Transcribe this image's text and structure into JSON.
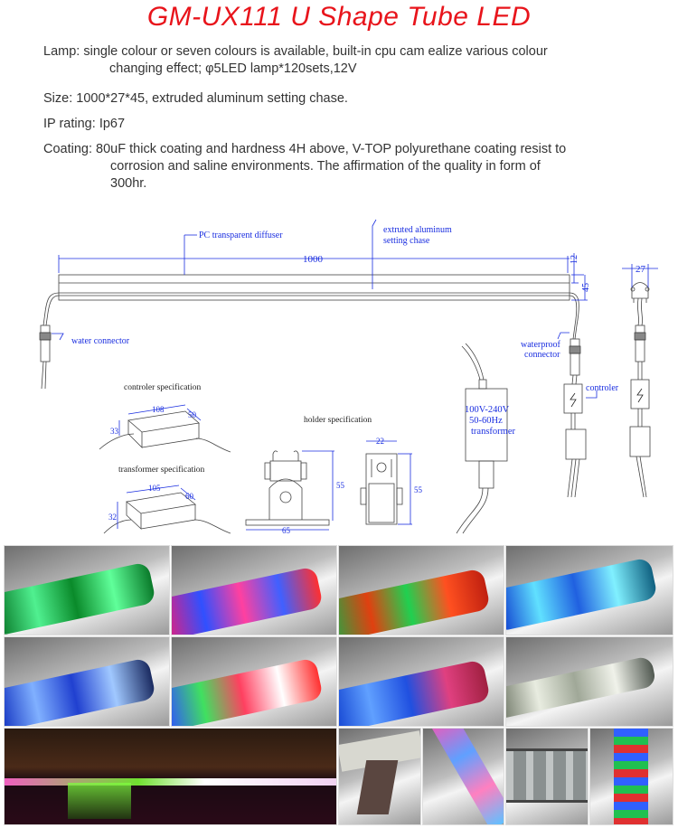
{
  "title": "GM-UX111 U Shape Tube LED",
  "specs": {
    "lamp": {
      "label": "Lamp:",
      "line1": "single colour or seven colours is available, built-in cpu cam ealize various colour",
      "line2": "changing effect;  φ5LED lamp*120sets,12V"
    },
    "size": {
      "label": "Size:",
      "value": "1000*27*45, extruded aluminum setting chase."
    },
    "ip": {
      "label": "IP rating:",
      "value": "Ip67"
    },
    "coating": {
      "label": "Coating:",
      "line1": "80uF thick coating and hardness 4H above, V-TOP polyurethane coating resist to",
      "line2": "corrosion and saline environments.  The affirmation of the quality in form of",
      "line3": "300hr."
    }
  },
  "drawing": {
    "annotations": {
      "diffuser": "PC transparent diffuser",
      "chase_line1": "extruted aluminum",
      "chase_line2": "setting chase",
      "length": "1000",
      "dim_12": "12",
      "dim_45": "45",
      "dim_27": "27",
      "water_connector": "water connector",
      "waterproof_line1": "waterproof",
      "waterproof_line2": "connector",
      "controler": "controler",
      "transformer_line1": "100V-240V",
      "transformer_line2": "50-60Hz",
      "transformer_line3": "transformer"
    },
    "controler_spec": {
      "title": "controler specification",
      "w": "108",
      "d": "50",
      "h": "33"
    },
    "transformer_spec": {
      "title": "transformer specification",
      "w": "105",
      "d": "60",
      "h": "32"
    },
    "holder_spec": {
      "title": "holder specification",
      "base": "65",
      "height1": "55",
      "width": "22",
      "height2": "55"
    }
  },
  "photos": [
    {
      "name": "green-tube",
      "colors": [
        "#0a8a2a",
        "#3fe07a"
      ]
    },
    {
      "name": "rgb-tube-1",
      "colors": [
        "#d0207a",
        "#3050ff"
      ]
    },
    {
      "name": "red-green-tube",
      "colors": [
        "#c83010",
        "#20c040"
      ]
    },
    {
      "name": "blue-cyan-tube",
      "colors": [
        "#1050d0",
        "#40d0e0"
      ]
    },
    {
      "name": "blue-tube",
      "colors": [
        "#1030c0",
        "#4a80ff"
      ]
    },
    {
      "name": "rainbow-tube",
      "colors": [
        "#e03050",
        "#40d060"
      ]
    },
    {
      "name": "blue-red-tube",
      "colors": [
        "#1040d0",
        "#d03060"
      ]
    },
    {
      "name": "clear-tube",
      "colors": [
        "#8a9080",
        "#e0e4d8"
      ]
    }
  ]
}
